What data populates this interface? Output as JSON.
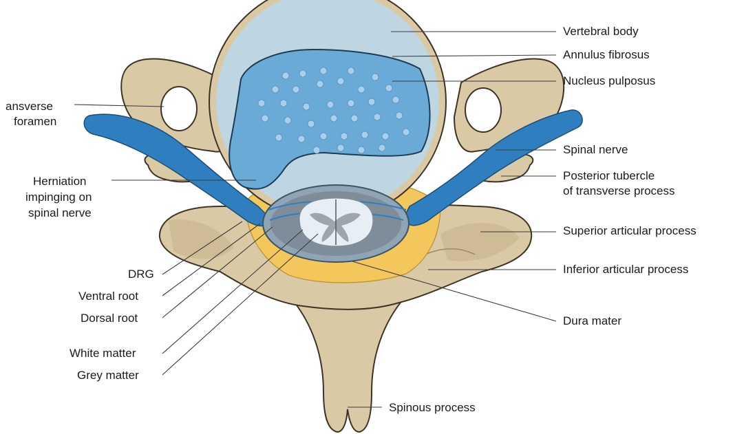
{
  "diagram": {
    "colors": {
      "bone": "#d9c9a5",
      "bone_shadow": "#bfae86",
      "bone_outline": "#3d3324",
      "disc_annulus": "#b9d7e9",
      "disc_nucleus": "#6aaad6",
      "nerve": "#2f7fc0",
      "fat": "#f3c75b",
      "dura": "#8fa4b5",
      "cord_white": "#e8eff4",
      "cord_grey": "#9ea5ab"
    },
    "labels": {
      "vertebral_body": "Vertebral body",
      "annulus_fibrosus": "Annulus fibrosus",
      "nucleus_pulposus": "Nucleus pulposus",
      "transverse_foramen": [
        "ansverse",
        "foramen"
      ],
      "spinal_nerve": "Spinal nerve",
      "posterior_tubercle": [
        "Posterior tubercle",
        "of transverse process"
      ],
      "herniation": [
        "Herniation",
        "impinging on",
        "spinal nerve"
      ],
      "superior_articular_process": "Superior articular process",
      "inferior_articular_process": "Inferior articular process",
      "drg": "DRG",
      "ventral_root": "Ventral root",
      "dorsal_root": "Dorsal root",
      "dura_mater": "Dura mater",
      "white_matter": "White matter",
      "grey_matter": "Grey matter",
      "spinous_process": "Spinous process"
    }
  }
}
